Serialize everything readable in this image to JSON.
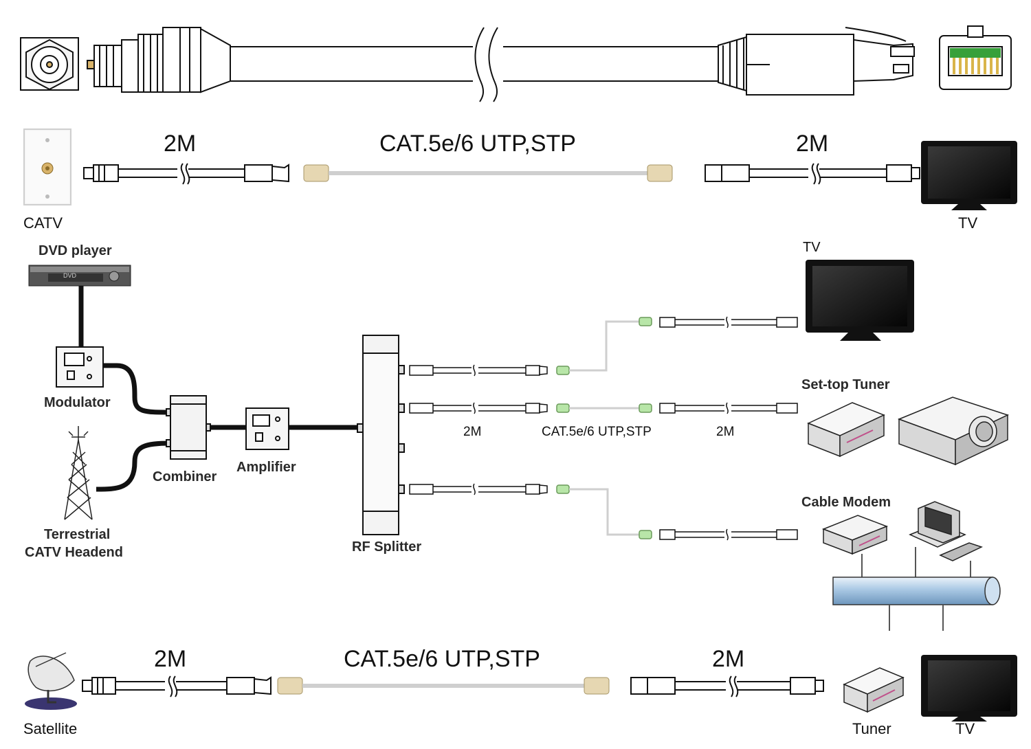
{
  "top_row": {
    "left_length": "2M",
    "mid_cable": "CAT.5e/6 UTP,STP",
    "right_length": "2M",
    "left_device": "CATV",
    "right_device": "TV"
  },
  "middle": {
    "dvd": "DVD player",
    "dvd_badge": "DVD",
    "modulator": "Modulator",
    "headend_line1": "Terrestrial",
    "headend_line2": "CATV Headend",
    "combiner": "Combiner",
    "amplifier": "Amplifier",
    "splitter": "RF Splitter",
    "tv": "TV",
    "settop": "Set-top Tuner",
    "modem": "Cable Modem",
    "len_left": "2M",
    "cable": "CAT.5e/6 UTP,STP",
    "len_right": "2M"
  },
  "bottom_row": {
    "left_length": "2M",
    "mid_cable": "CAT.5e/6 UTP,STP",
    "right_length": "2M",
    "left_device": "Satellite",
    "tuner": "Tuner",
    "tv": "TV"
  },
  "colors": {
    "line": "#111111",
    "utp_cable": "#cfcfcf",
    "rj45_tan": "#e6d7b2",
    "rj45_green": "#b8e6a8",
    "pins_green": "#37a03a",
    "pins_gold": "#d9b54a",
    "coax_gold": "#d8b36a",
    "tube_blue": "#a9c8e4"
  }
}
